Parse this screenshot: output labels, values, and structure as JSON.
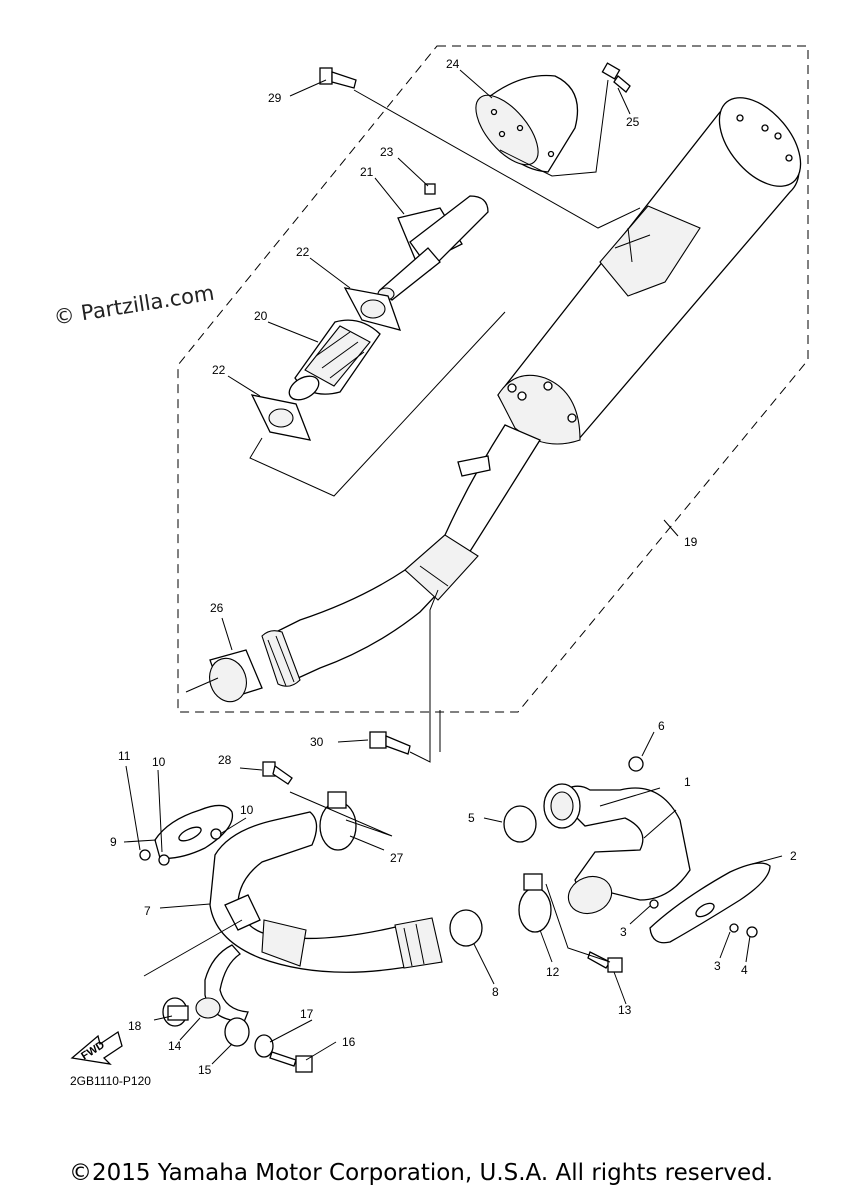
{
  "watermark": "© Partzilla.com",
  "diagram_code": "2GB1110-P120",
  "copyright": "©2015 Yamaha Motor Corporation, U.S.A. All rights reserved.",
  "fwd_label": "FWD",
  "callouts": {
    "c1": "1",
    "c2": "2",
    "c3a": "3",
    "c3b": "3",
    "c4": "4",
    "c5": "5",
    "c6": "6",
    "c7": "7",
    "c8": "8",
    "c9": "9",
    "c10a": "10",
    "c10b": "10",
    "c11": "11",
    "c12": "12",
    "c13": "13",
    "c14": "14",
    "c15": "15",
    "c16": "16",
    "c17": "17",
    "c18": "18",
    "c19": "19",
    "c20": "20",
    "c21": "21",
    "c22a": "22",
    "c22b": "22",
    "c23": "23",
    "c24": "24",
    "c25": "25",
    "c26": "26",
    "c27": "27",
    "c28": "28",
    "c29": "29",
    "c30": "30"
  }
}
